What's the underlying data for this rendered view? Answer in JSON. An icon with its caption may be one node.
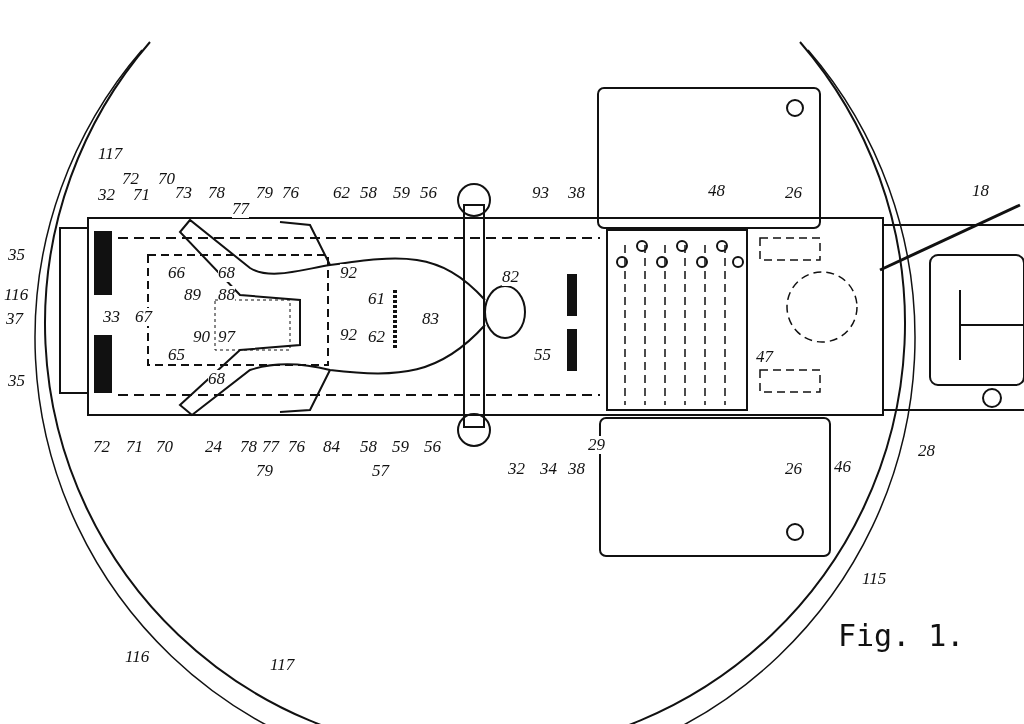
{
  "diagram": {
    "caption": "Fig. 1.",
    "labels": [
      "117",
      "72",
      "70",
      "32",
      "71",
      "73",
      "78",
      "79",
      "76",
      "62",
      "58",
      "59",
      "56",
      "93",
      "38",
      "48",
      "26",
      "18",
      "77",
      "35",
      "66",
      "68",
      "92",
      "82",
      "116",
      "89",
      "88",
      "61",
      "37",
      "33",
      "67",
      "83",
      "90",
      "97",
      "92",
      "62",
      "65",
      "55",
      "47",
      "35",
      "68",
      "72",
      "71",
      "70",
      "24",
      "78",
      "77",
      "76",
      "84",
      "58",
      "59",
      "56",
      "29",
      "28",
      "79",
      "57",
      "32",
      "34",
      "38",
      "26",
      "46",
      "115",
      "116",
      "117"
    ]
  }
}
